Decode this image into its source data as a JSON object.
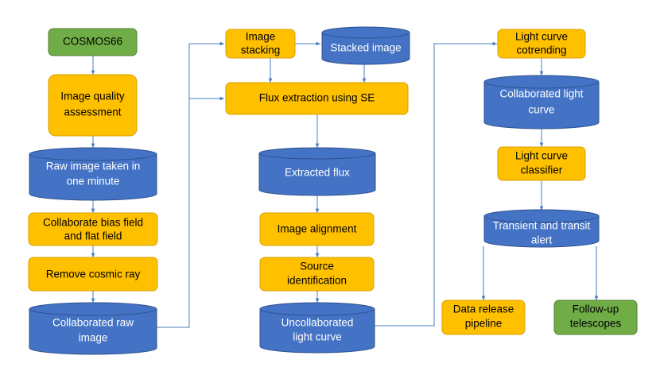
{
  "colors": {
    "orange_fill": "#ffc000",
    "orange_border": "#d9a000",
    "green_fill": "#70ad47",
    "green_border": "#507e32",
    "blue_fill": "#4472c4",
    "blue_border": "#2f528f",
    "edge": "#4a7ec2"
  },
  "nodes": {
    "cosmos66": [
      "COSMOS66"
    ],
    "image_quality": [
      "Image quality",
      "assessment"
    ],
    "raw_image": [
      "Raw image taken in",
      "one minute"
    ],
    "bias_flat": [
      "Collaborate bias field",
      "and flat field"
    ],
    "cosmic_ray": [
      "Remove cosmic ray"
    ],
    "collab_raw": [
      "Collaborated raw",
      "image"
    ],
    "image_stacking": [
      "Image",
      "stacking"
    ],
    "stacked_image": [
      "Stacked image"
    ],
    "flux_extraction": [
      "Flux extraction using SE"
    ],
    "extracted_flux": [
      "Extracted flux"
    ],
    "image_alignment": [
      "Image alignment"
    ],
    "source_id": [
      "Source",
      "identification"
    ],
    "uncollab_lc": [
      "Uncollaborated",
      "light curve"
    ],
    "lc_cotrending": [
      "Light curve",
      "cotrending"
    ],
    "collab_lc": [
      "Collaborated light",
      "curve"
    ],
    "lc_classifier": [
      "Light curve",
      "classifier"
    ],
    "transient_alert": [
      "Transient and transit",
      "alert"
    ],
    "data_release": [
      "Data release",
      "pipeline"
    ],
    "followup": [
      "Follow-up",
      "telescopes"
    ]
  }
}
